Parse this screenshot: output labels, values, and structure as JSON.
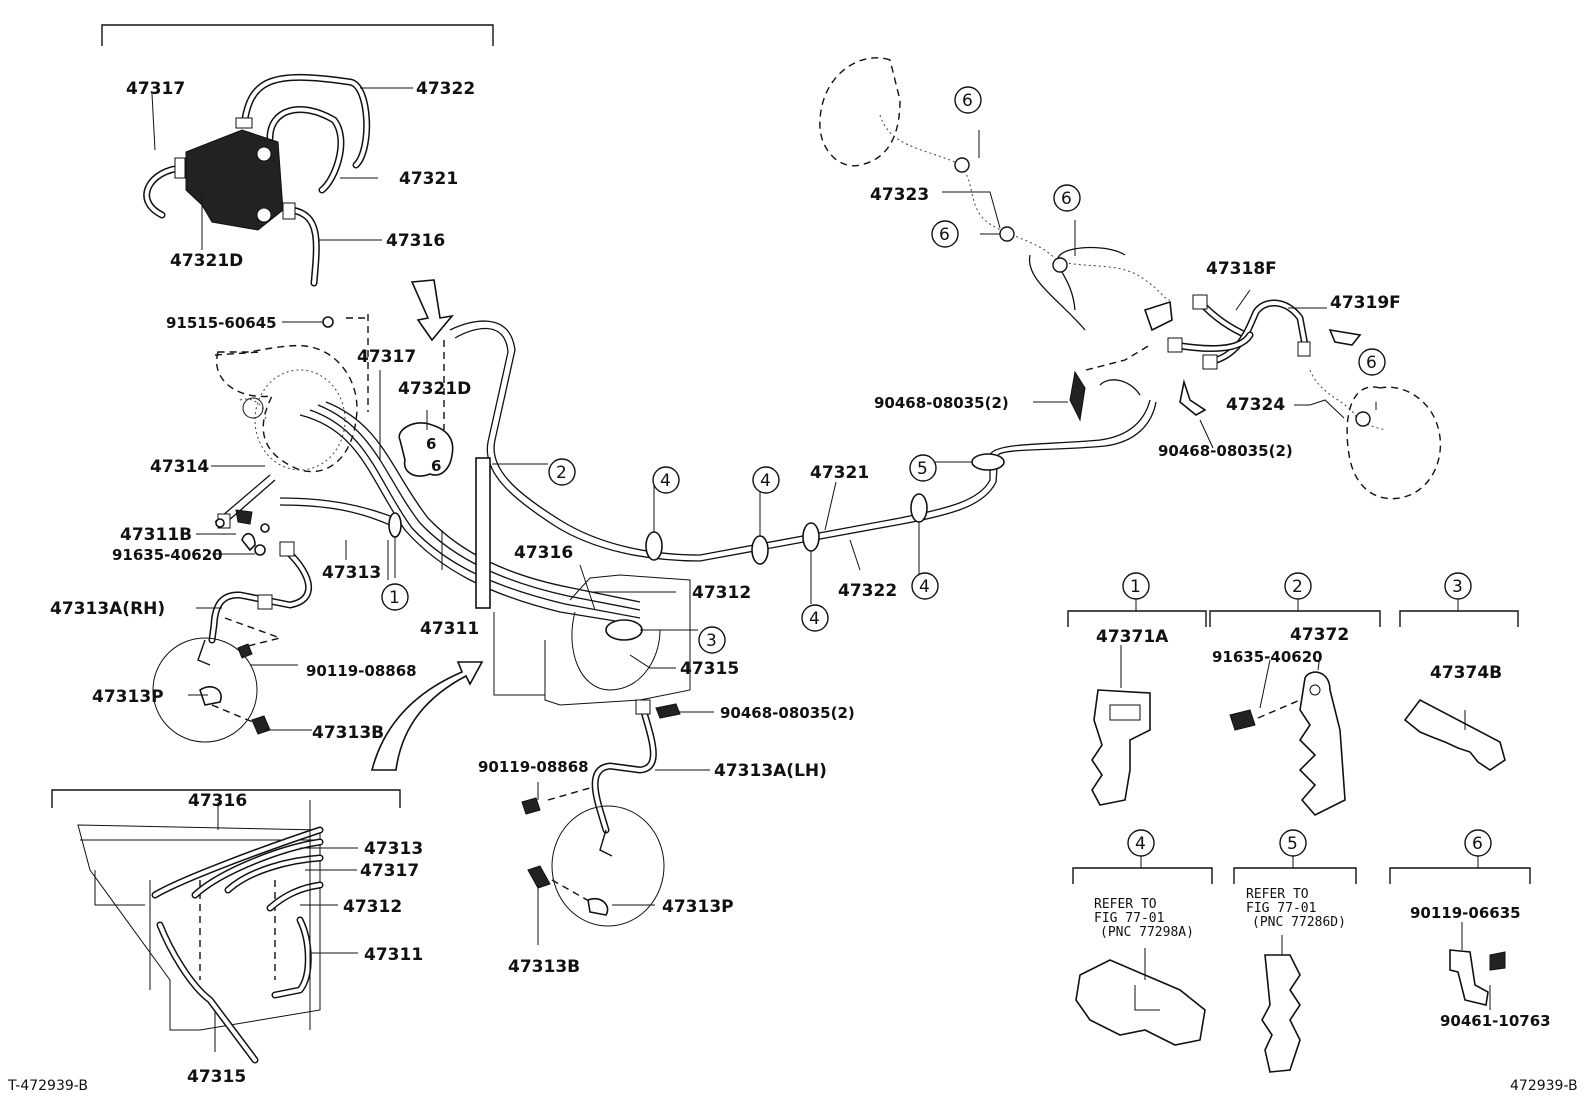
{
  "diagram": {
    "part_labels": {
      "p47317_top": "47317",
      "p47322_top": "47322",
      "p47321_top": "47321",
      "p47316_top": "47316",
      "p47321D_top": "47321D",
      "p91515": "91515-60645",
      "p47317_mid": "47317",
      "p47321D_mid": "47321D",
      "p47314": "47314",
      "p47311B": "47311B",
      "p91635_left": "91635-40620",
      "p47313_mid": "47313",
      "p47311_mid": "47311",
      "p47316_mid": "47316",
      "p47312_mid": "47312",
      "p47315_mid": "47315",
      "p47313A_RH": "47313A(RH)",
      "p90119_left": "90119-08868",
      "p47313P_left": "47313P",
      "p47313B_left": "47313B",
      "p47316_box": "47316",
      "p47313_box": "47313",
      "p47317_box": "47317",
      "p47312_box": "47312",
      "p47311_box": "47311",
      "p47315_bottom": "47315",
      "p90468_center": "90468-08035(2)",
      "p90119_center": "90119-08868",
      "p47313A_LH": "47313A(LH)",
      "p47313P_center": "47313P",
      "p47313B_center": "47313B",
      "p47321_right": "47321",
      "p47322_right": "47322",
      "p47323": "47323",
      "p47318F": "47318F",
      "p47319F": "47319F",
      "p90468_a": "90468-08035(2)",
      "p90468_b": "90468-08035(2)",
      "p47324": "47324",
      "p47371A": "47371A",
      "p47372": "47372",
      "p91635_right": "91635-40620",
      "p47374B": "47374B",
      "p90119_06635": "90119-06635",
      "p90461": "90461-10763"
    },
    "callouts": {
      "c1": "1",
      "c2": "2",
      "c3": "3",
      "c4": "4",
      "c5": "5",
      "c6": "6"
    },
    "notes": {
      "n4_l1": "REFER TO",
      "n4_l2": "FIG 77-01",
      "n4_l3": "(PNC 77298A)",
      "n5_l1": "REFER TO",
      "n5_l2": "FIG 77-01",
      "n5_l3": "(PNC 77286D)"
    },
    "footer": {
      "left": "T-472939-B",
      "right": "472939-B"
    }
  }
}
